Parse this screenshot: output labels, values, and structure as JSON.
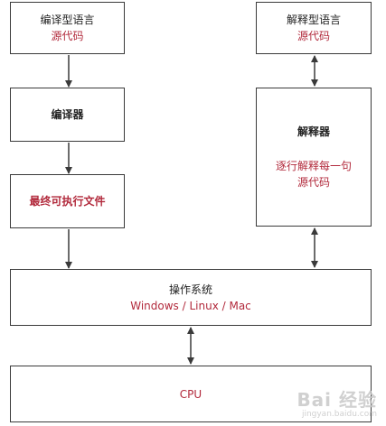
{
  "nodes": {
    "compiled_lang": {
      "title": "编译型语言",
      "subtitle": "源代码"
    },
    "compiler": {
      "title": "编译器"
    },
    "executable": {
      "title": "最终可执行文件"
    },
    "interpreted_lang": {
      "title": "解释型语言",
      "subtitle": "源代码"
    },
    "interpreter": {
      "title": "解释器",
      "subtitle_line1": "逐行解释每一句",
      "subtitle_line2": "源代码"
    },
    "os": {
      "title": "操作系统",
      "subtitle": "Windows / Linux / Mac"
    },
    "cpu": {
      "title": "CPU"
    }
  },
  "watermark": {
    "brand": "Bai 经验",
    "url": "jingyan.baidu.com"
  },
  "colors": {
    "accent": "#b22a3c",
    "border": "#3a3a3a",
    "text": "#222222"
  }
}
